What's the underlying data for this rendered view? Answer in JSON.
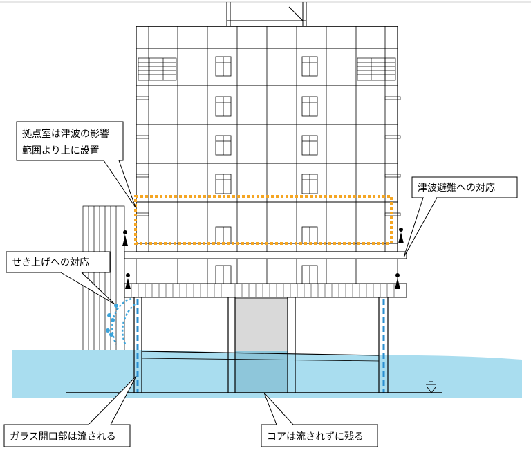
{
  "callouts": {
    "base_room": {
      "line1": "拠点室は津波の影響",
      "line2": "範囲より上に設置"
    },
    "evacuation": "津波避難への対応",
    "raise": "せき上げへの対応",
    "glass_opening": "ガラス開口部は流される",
    "core": "コアは流されずに残る"
  },
  "colors": {
    "water": "#a9ddef",
    "water_line": "#000000",
    "highlight_box": "#f5a623",
    "flow_arrow": "#3aa3da",
    "core_above": "#d9d9d9",
    "core_submerged": "#8ec6da"
  },
  "icons": [
    "person-icon",
    "water-surface-symbol"
  ]
}
